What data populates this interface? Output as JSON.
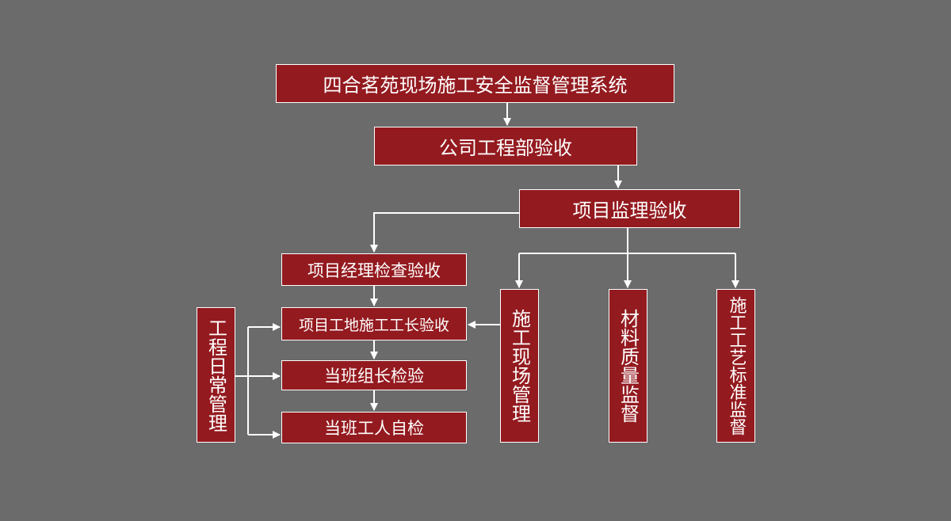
{
  "colors": {
    "background": "#6b6b6b",
    "box_fill": "#931a1f",
    "box_border": "#ffffff",
    "text": "#ffffff",
    "arrow": "#ffffff"
  },
  "diagram": {
    "root": "四合茗苑现场施工安全监督管理系统",
    "company_acceptance": "公司工程部验收",
    "project_supervision": "项目监理验收",
    "pm_inspection": "项目经理检查验收",
    "site_foreman": "项目工地施工工长验收",
    "shift_leader": "当班组长检验",
    "worker_self_check": "当班工人自检",
    "daily_management": "工程日常管理",
    "site_management": "施工现场管理",
    "material_quality": "材料质量监督",
    "process_standard": "施工工艺标准监督"
  }
}
